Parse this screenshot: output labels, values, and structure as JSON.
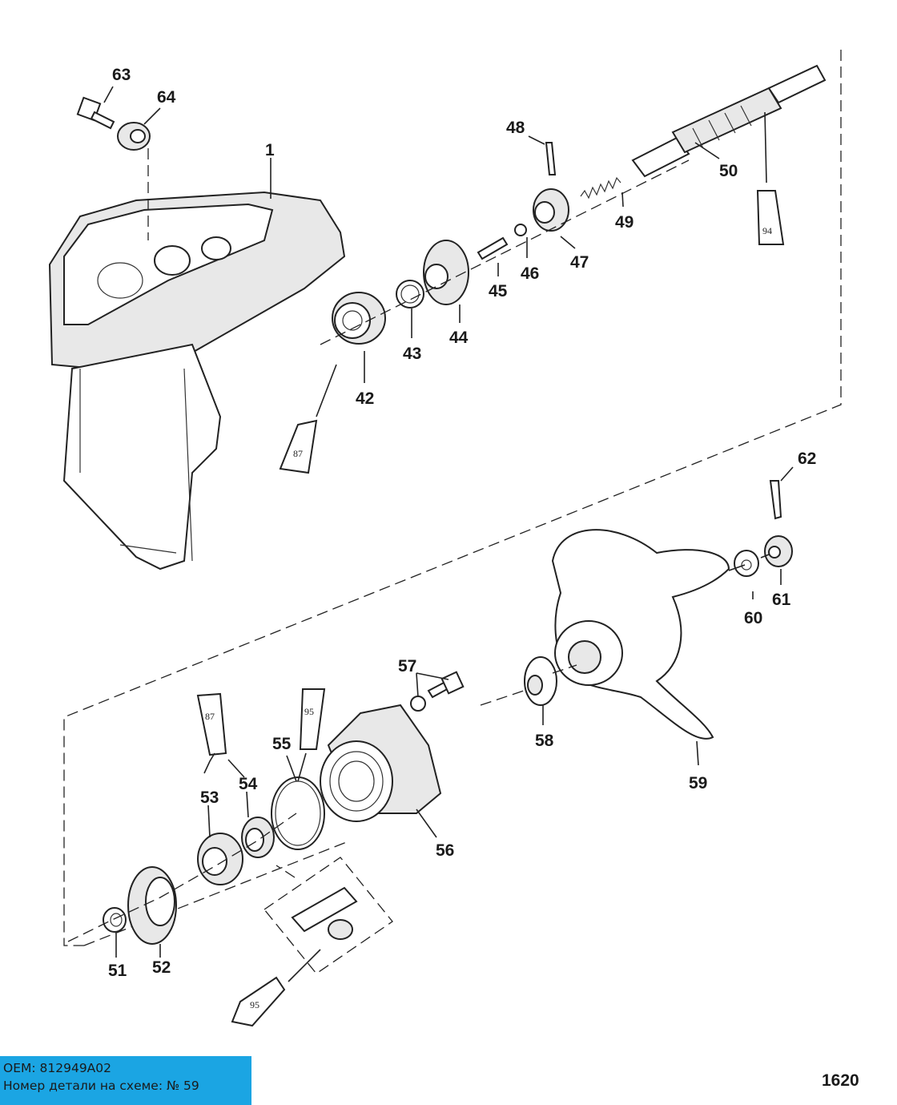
{
  "callouts": {
    "p1": "1",
    "p42": "42",
    "p43": "43",
    "p44": "44",
    "p45": "45",
    "p46": "46",
    "p47": "47",
    "p48": "48",
    "p49": "49",
    "p50": "50",
    "p51": "51",
    "p52": "52",
    "p53": "53",
    "p54": "54",
    "p55": "55",
    "p56": "56",
    "p57": "57",
    "p58": "58",
    "p59": "59",
    "p60": "60",
    "p61": "61",
    "p62": "62",
    "p63": "63",
    "p64": "64"
  },
  "tubes": {
    "t87a": "87",
    "t87b": "87",
    "t94": "94",
    "t95a": "95",
    "t95b": "95"
  },
  "page_number": "1620",
  "info": {
    "oem": "OEM: 812949A02",
    "part_ref": "Номер детали на схеме: № 59"
  }
}
